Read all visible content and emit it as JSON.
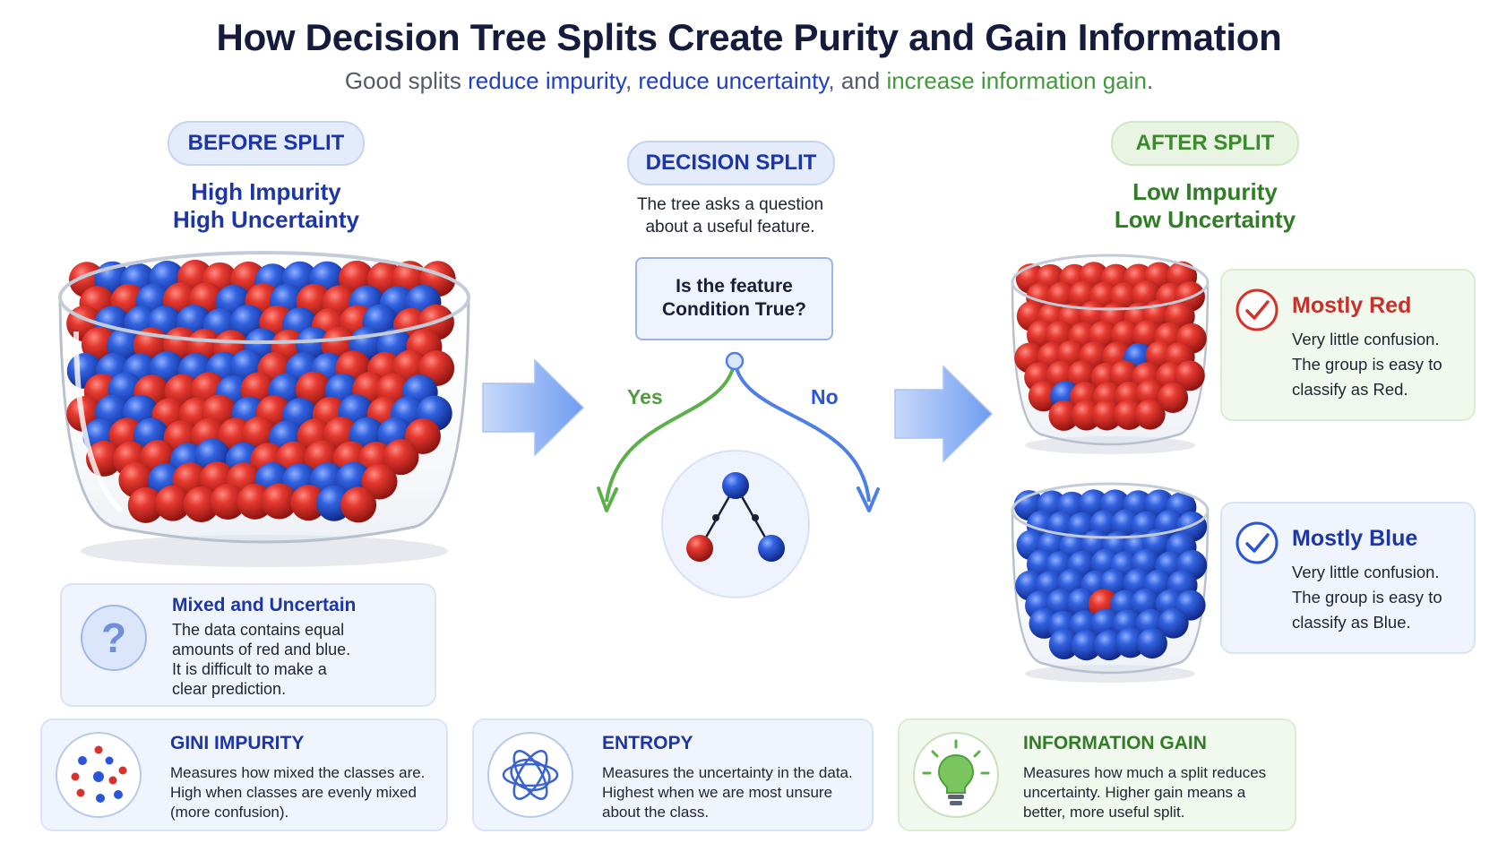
{
  "title": "How Decision Tree Splits Create Purity and Gain Information",
  "subtitle": {
    "part1": "Good splits ",
    "blue1": "reduce impurity",
    "sep1": ", ",
    "blue2": "reduce uncertainty",
    "sep2": ", and ",
    "green": "increase information gain",
    "end": "."
  },
  "before": {
    "pill": "BEFORE SPLIT",
    "line1": "High Impurity",
    "line2": "High Uncertainty",
    "card_title": "Mixed and Uncertain",
    "card_lines": [
      "The data contains equal",
      "amounts of red and blue.",
      "It is difficult to make a",
      "clear prediction."
    ],
    "icon": "question-icon"
  },
  "split": {
    "pill": "DECISION SPLIT",
    "desc1": "The tree asks a question",
    "desc2": "about a useful feature.",
    "question1": "Is the feature",
    "question2": "Condition True?",
    "yes": "Yes",
    "no": "No"
  },
  "after": {
    "pill": "AFTER SPLIT",
    "line1": "Low Impurity",
    "line2": "Low Uncertainty",
    "red": {
      "title": "Mostly Red",
      "lines": [
        "Very little confusion.",
        "The group is easy to",
        "classify as Red."
      ]
    },
    "blue": {
      "title": "Mostly Blue",
      "lines": [
        "Very little confusion.",
        "The group is easy to",
        "classify as Blue."
      ]
    }
  },
  "metrics": {
    "gini": {
      "title": "GINI IMPURITY",
      "lines": [
        "Measures how mixed the classes are.",
        "High when classes are evenly mixed",
        "(more confusion)."
      ]
    },
    "entropy": {
      "title": "ENTROPY",
      "lines": [
        "Measures the uncertainty in the data.",
        "Highest when we are most unsure",
        "about the class."
      ]
    },
    "gain": {
      "title": "INFORMATION GAIN",
      "lines": [
        "Measures how much a split reduces",
        "uncertainty. Higher gain means a",
        "better, more useful split."
      ]
    }
  },
  "colors": {
    "red": "#d8312b",
    "blue": "#2a55d6",
    "green": "#5cb04a",
    "navy": "#1d36a6",
    "darkgreen": "#2f7d24"
  }
}
